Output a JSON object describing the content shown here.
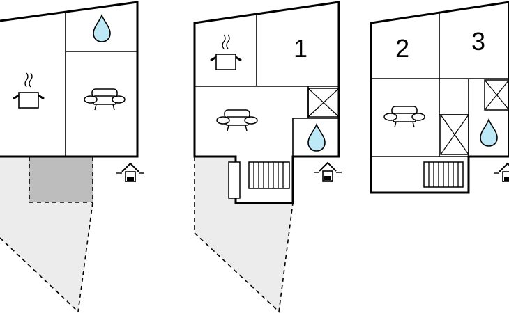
{
  "plans": [
    {
      "name": "floor-plan-left",
      "rooms": [],
      "icons": [
        "water-drop-icon",
        "kitchen-pot-icon",
        "sofa-icon",
        "entrance-icon"
      ]
    },
    {
      "name": "floor-plan-middle",
      "rooms": [
        "1"
      ],
      "icons": [
        "kitchen-pot-icon",
        "sofa-icon",
        "water-drop-icon",
        "stairs-icon",
        "entrance-icon"
      ]
    },
    {
      "name": "floor-plan-right",
      "rooms": [
        "2",
        "3"
      ],
      "icons": [
        "sofa-icon",
        "water-drop-icon",
        "stairs-icon",
        "entrance-icon"
      ]
    }
  ],
  "colors": {
    "water": "#bde8f5",
    "terrace": "#ececec",
    "terrace_dark": "#bdbdbd",
    "wall": "#000000"
  }
}
